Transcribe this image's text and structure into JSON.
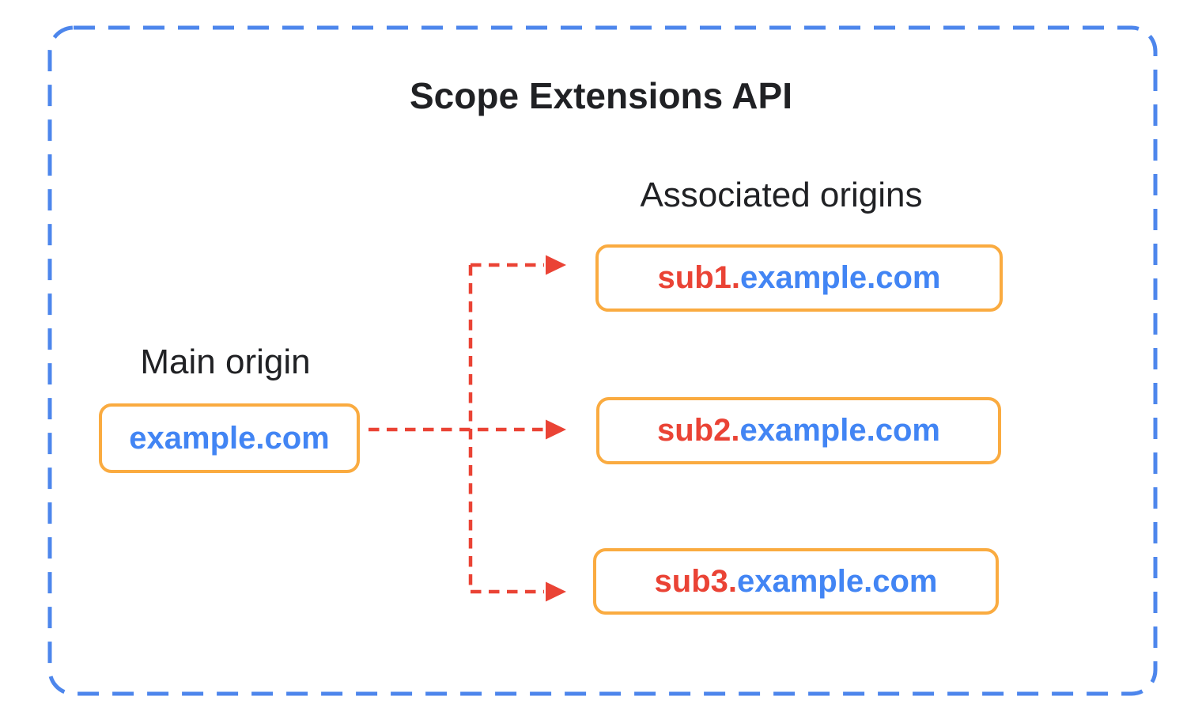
{
  "diagram": {
    "title": "Scope Extensions API",
    "main_origin": {
      "label": "Main origin",
      "domain": "example.com"
    },
    "associated_origins": {
      "label": "Associated origins",
      "items": [
        {
          "domain": "sub1.example.com",
          "prefix": "sub1.",
          "rest": "example.com"
        },
        {
          "domain": "sub2.example.com",
          "prefix": "sub2.",
          "rest": "example.com"
        },
        {
          "domain": "sub3.example.com",
          "prefix": "sub3.",
          "rest": "example.com"
        }
      ]
    },
    "colors": {
      "frame_blue_dashed": "#4D86EC",
      "box_border_orange": "#FAAB40",
      "domain_text_blue": "#4285F4",
      "subdomain_text_red": "#EA4335",
      "arrow_red": "#EA4335",
      "heading_text": "#202124",
      "background": "#FFFFFF"
    }
  }
}
